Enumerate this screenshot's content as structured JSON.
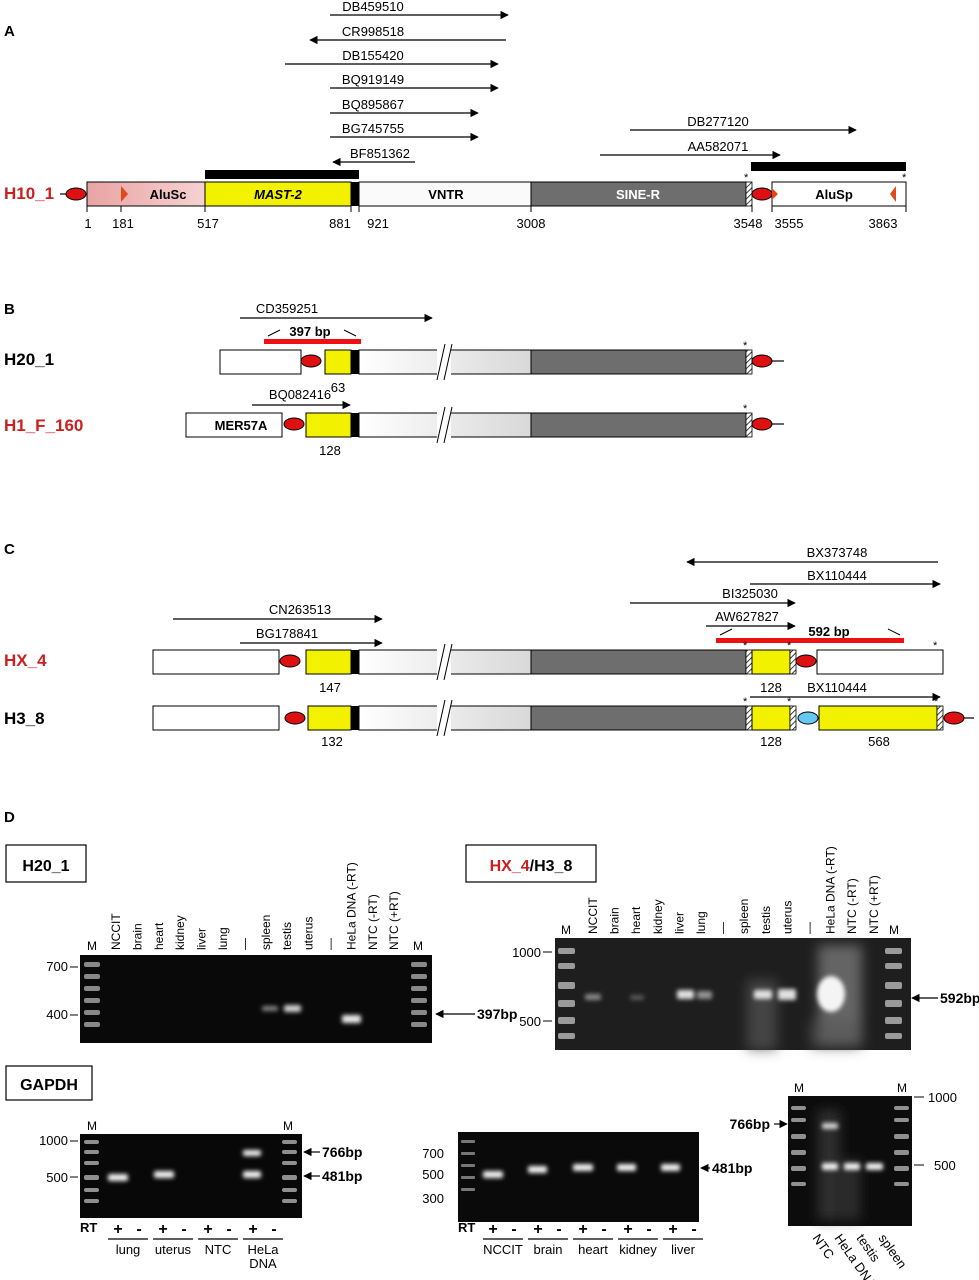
{
  "panelA": {
    "letter": "A",
    "construct": "H10_1",
    "est": [
      "DB459510",
      "CR998518",
      "DB155420",
      "BQ919149",
      "BQ895867",
      "BG745755",
      "BF851362",
      "DB277120",
      "AA582071"
    ],
    "segments": {
      "alusc": "AluSc",
      "mast": "MAST-2",
      "vntr": "VNTR",
      "siner": "SINE-R",
      "alusp": "AluSp"
    },
    "positions": [
      "1",
      "181",
      "517",
      "881",
      "921",
      "3008",
      "3548",
      "3555",
      "3863"
    ]
  },
  "panelB": {
    "letter": "B",
    "rows": [
      {
        "name": "H20_1",
        "size": "63",
        "est": "CD359251",
        "product": "397 bp"
      },
      {
        "name": "H1_F_160",
        "size": "128",
        "est": "BQ082416",
        "box": "MER57A"
      }
    ]
  },
  "panelC": {
    "letter": "C",
    "est": [
      "BX373748",
      "BX110444",
      "BI325030",
      "AW627827",
      "CN263513",
      "BG178841"
    ],
    "product": "592 bp",
    "rows": [
      {
        "name": "HX_4",
        "sizes": [
          "147",
          "128"
        ]
      },
      {
        "name": "H3_8",
        "sizes": [
          "132",
          "128",
          "568"
        ],
        "est": "BX110444"
      }
    ]
  },
  "panelD": {
    "letter": "D",
    "gel1": {
      "title": "H20_1",
      "lanes": [
        "NCCIT",
        "brain",
        "heart",
        "kidney",
        "liver",
        "lung",
        "—",
        "spleen",
        "testis",
        "uterus",
        "—",
        "HeLa DNA (-RT)",
        "NTC (-RT)",
        "NTC (+RT)"
      ],
      "marker": "M",
      "ladder": [
        "700",
        "400"
      ],
      "band": "397bp"
    },
    "gel2": {
      "title_a": "HX_4",
      "title_b": "/H3_8",
      "lanes": [
        "NCCIT",
        "brain",
        "heart",
        "kidney",
        "liver",
        "lung",
        "—",
        "spleen",
        "testis",
        "uterus",
        "—",
        "HeLa DNA (-RT)",
        "NTC (-RT)",
        "NTC (+RT)"
      ],
      "marker": "M",
      "ladder": [
        "1000",
        "500"
      ],
      "band": "592bp"
    },
    "gapdh": {
      "title": "GAPDH",
      "rt": "RT",
      "plus": "+",
      "minus": "-",
      "marker": "M",
      "gel3": {
        "ladder": [
          "1000",
          "500"
        ],
        "bands": [
          "766bp",
          "481bp"
        ],
        "groups": [
          "lung",
          "uterus",
          "NTC",
          "HeLa",
          "DNA"
        ]
      },
      "gel4": {
        "ladder": [
          "700",
          "500",
          "300"
        ],
        "band": "481bp",
        "groups": [
          "NCCIT",
          "brain",
          "heart",
          "kidney",
          "liver"
        ]
      },
      "gel5": {
        "ladder": [
          "1000",
          "500"
        ],
        "band": "766bp",
        "lanes": [
          "NTC",
          "HeLa DNA",
          "testis",
          "spleen"
        ]
      }
    }
  },
  "colors": {
    "red_label": "#cc1f1f",
    "alu": "#f2b8b8",
    "mast": "#f2f200",
    "siner": "#6e6e6e",
    "vntr": "#f0f0f0",
    "product": "#ee1111",
    "ltr": "#dd1111",
    "ltr_blue": "#66c8f0"
  }
}
